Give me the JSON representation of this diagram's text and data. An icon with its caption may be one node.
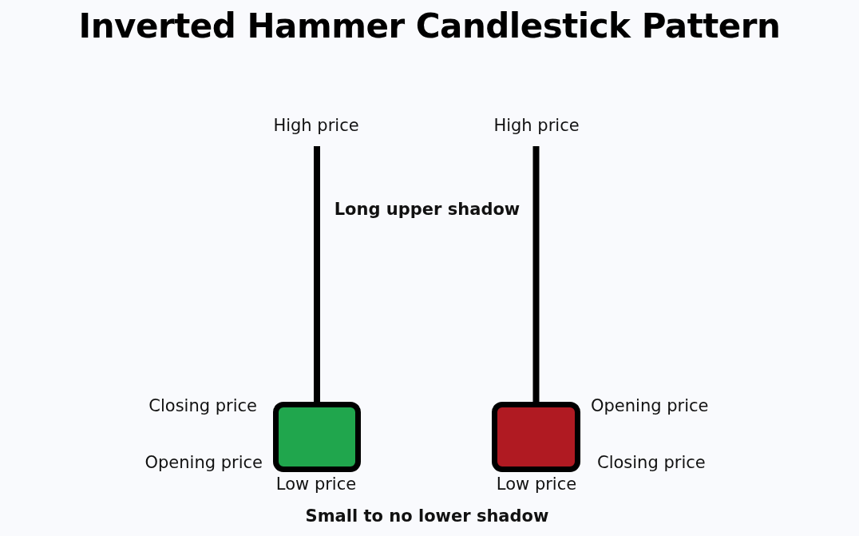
{
  "diagram": {
    "title": "Inverted Hammer Candlestick Pattern",
    "nodes": [
      {
        "text": [
          "High price"
        ]
      },
      {
        "text": [
          "High price"
        ]
      },
      {
        "text": [],
        "shape": "box"
      },
      {
        "text": [],
        "shape": "box"
      }
    ],
    "edges": [
      {
        "from": 2,
        "to": 0,
        "arrow": "none"
      },
      {
        "from": 3,
        "to": 1,
        "arrow": "none"
      }
    ],
    "labels": [
      "Long upper shadow",
      "Closing price",
      "Opening price",
      "Opening price",
      "Closing price",
      "Low price",
      "Low price",
      "Small to no lower shadow"
    ]
  }
}
